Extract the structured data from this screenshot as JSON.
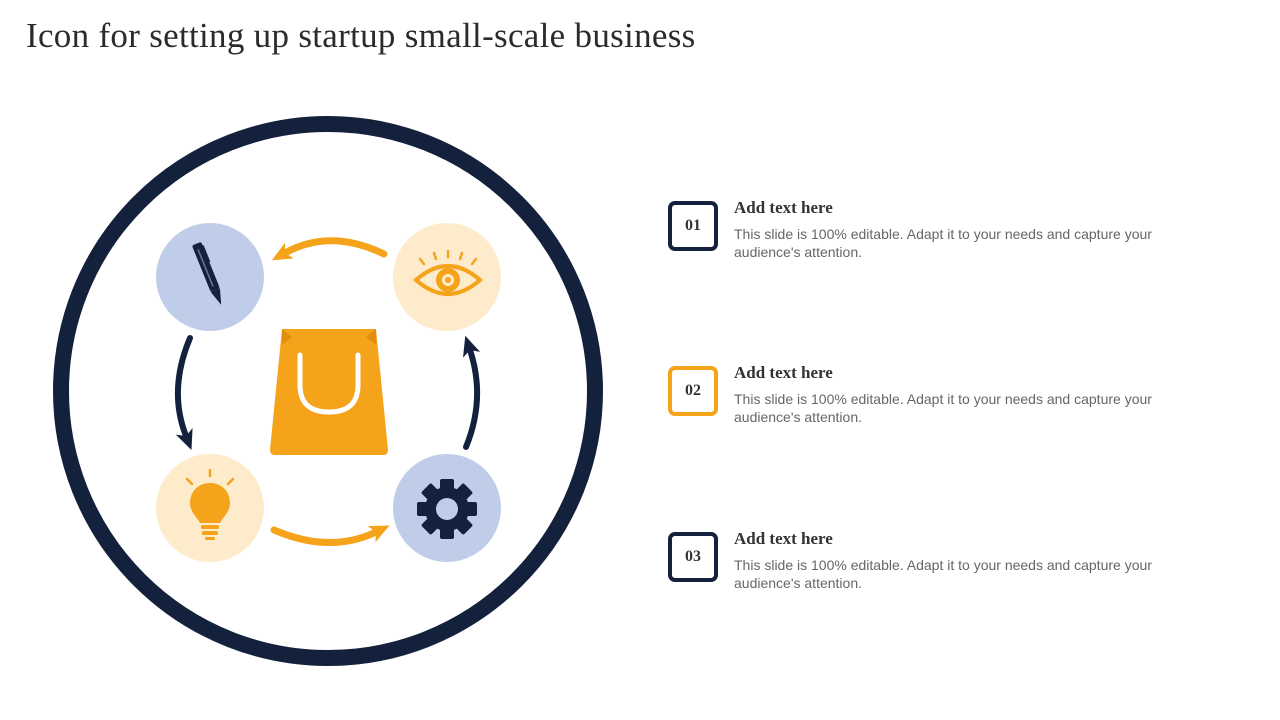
{
  "title": "Icon for setting up startup small-scale business",
  "colors": {
    "navy": "#14213D",
    "orange": "#F5A31A",
    "light_blue": "#BFCDE9",
    "light_orange": "#FDEBCB"
  },
  "diagram": {
    "nodes": [
      {
        "icon": "pen-icon",
        "fill": "#BFCDE9"
      },
      {
        "icon": "eye-icon",
        "fill": "#FDEBCB"
      },
      {
        "icon": "lightbulb-icon",
        "fill": "#FDEBCB"
      },
      {
        "icon": "gear-icon",
        "fill": "#BFCDE9"
      }
    ],
    "center_icon": "shopping-bag-icon"
  },
  "items": [
    {
      "number": "01",
      "heading": "Add text here",
      "text": "This slide is 100% editable. Adapt it to your needs and capture your audience's attention.",
      "border_color": "#14213D"
    },
    {
      "number": "02",
      "heading": "Add text here",
      "text": "This slide is 100% editable. Adapt it to your needs and capture your audience's attention.",
      "border_color": "#F5A31A"
    },
    {
      "number": "03",
      "heading": "Add text here",
      "text": "This slide is 100% editable. Adapt it to your needs and capture your audience's attention.",
      "border_color": "#14213D"
    }
  ]
}
